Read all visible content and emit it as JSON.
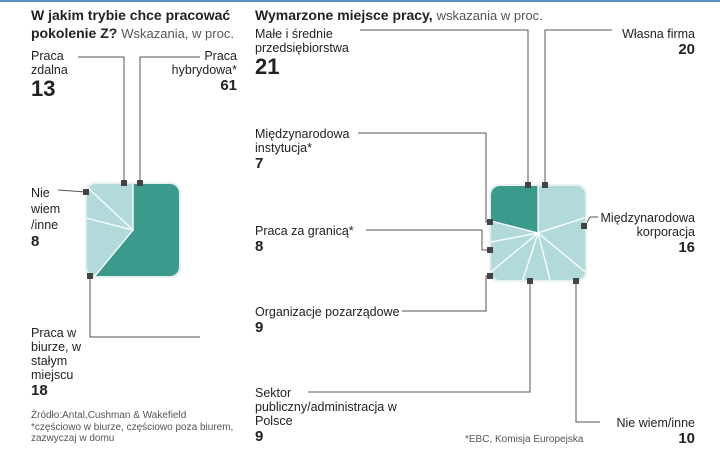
{
  "colors": {
    "dark": "#3a9a8c",
    "light": "#b3dada",
    "line": "#555555",
    "marker": "#444444"
  },
  "chart_data": [
    {
      "type": "pie",
      "shape": "square",
      "title": "W jakim trybie chce pracować pokolenie Z?",
      "subtitle": "Wskazania, w proc.",
      "slices": [
        {
          "label": "Praca hybrydowa*",
          "value": 61,
          "highlight": true
        },
        {
          "label": "Praca w biurze, w stałym miejscu",
          "value": 18
        },
        {
          "label": "Nie wiem /inne",
          "value": 8
        },
        {
          "label": "Praca zdalna",
          "value": 13
        }
      ],
      "source": "Źródło:Antal,Cushman & Wakefield",
      "footnote": "*częściowo w biurze, częściowo poza biurem, zazwyczaj w domu"
    },
    {
      "type": "pie",
      "shape": "square",
      "title": "Wymarzone miejsce pracy,",
      "subtitle": "wskazania w proc.",
      "slices": [
        {
          "label": "Własna firma",
          "value": 20
        },
        {
          "label": "Międzynarodowa korporacja",
          "value": 16
        },
        {
          "label": "Nie wiem/inne",
          "value": 10
        },
        {
          "label": "Sektor publiczny/administracja w Polsce",
          "value": 9
        },
        {
          "label": "Organizacje pozarządowe",
          "value": 9
        },
        {
          "label": "Praca za granicą*",
          "value": 8
        },
        {
          "label": "Międzynarodowa instytucja*",
          "value": 7
        },
        {
          "label": "Małe i średnie przedsiębiorstwa",
          "value": 21,
          "highlight": true
        }
      ],
      "footnote": "*EBC, Komisja Europejska"
    }
  ]
}
